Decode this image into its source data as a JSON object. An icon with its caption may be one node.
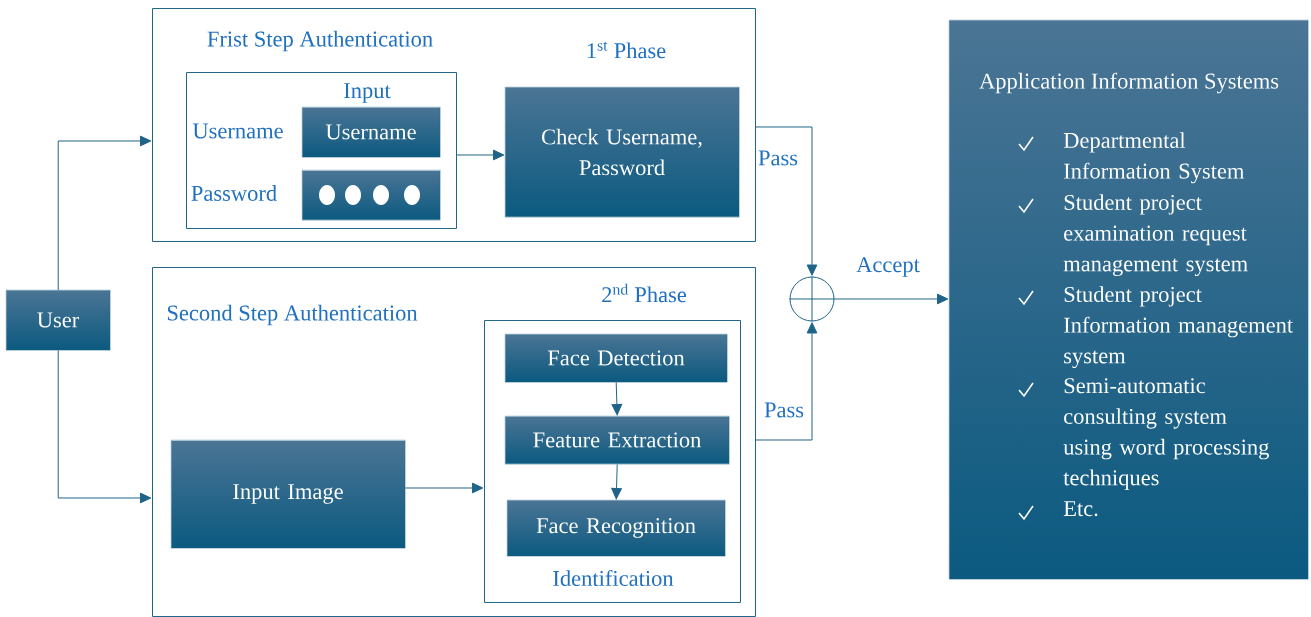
{
  "diagram": {
    "nodes": [
      {
        "text": [
          "User"
        ]
      },
      {
        "text": [
          "Frist Step Authentication",
          "1$^{st}$ Phase"
        ]
      },
      {
        "text": [
          "Input",
          "Username",
          "Password"
        ],
        "in": 1
      },
      {
        "text": [
          "Username"
        ],
        "in": 2
      },
      {
        "text": [],
        "shape": "box",
        "in": 2
      },
      {
        "text": [
          "Check Username, Password"
        ],
        "in": 1
      },
      {
        "text": [
          "Second Step Authentication",
          "2$^{nd}$ Phase"
        ]
      },
      {
        "text": [
          "Input Image"
        ],
        "in": 6
      },
      {
        "text": [
          "Identification"
        ],
        "in": 6
      },
      {
        "text": [
          "Face Detection"
        ],
        "in": 8
      },
      {
        "text": [
          "Feature Extraction"
        ],
        "in": 8
      },
      {
        "text": [
          "Face Recognition"
        ],
        "in": 8
      },
      {
        "text": [],
        "shape": "circle"
      },
      {
        "text": [
          "Application Information Systems",
          "Departmental Information System",
          "Student project examination request management system",
          "Student project Information management system",
          "Semi-automatic consulting system using word processing techniques",
          "Etc."
        ]
      }
    ],
    "edges": [
      {
        "from": 0,
        "to": 1,
        "arrow": "to"
      },
      {
        "from": 0,
        "to": 6,
        "arrow": "to"
      },
      {
        "from": 2,
        "to": 5,
        "arrow": "to"
      },
      {
        "from": 1,
        "to": 12,
        "arrow": "to",
        "label": "Pass"
      },
      {
        "from": 6,
        "to": 12,
        "arrow": "to",
        "label": "Pass"
      },
      {
        "from": 12,
        "to": 13,
        "arrow": "to",
        "label": "Accept"
      },
      {
        "from": 7,
        "to": 8,
        "arrow": "to"
      },
      {
        "from": 9,
        "to": 10,
        "arrow": "to"
      },
      {
        "from": 10,
        "to": 11,
        "arrow": "to"
      }
    ]
  }
}
